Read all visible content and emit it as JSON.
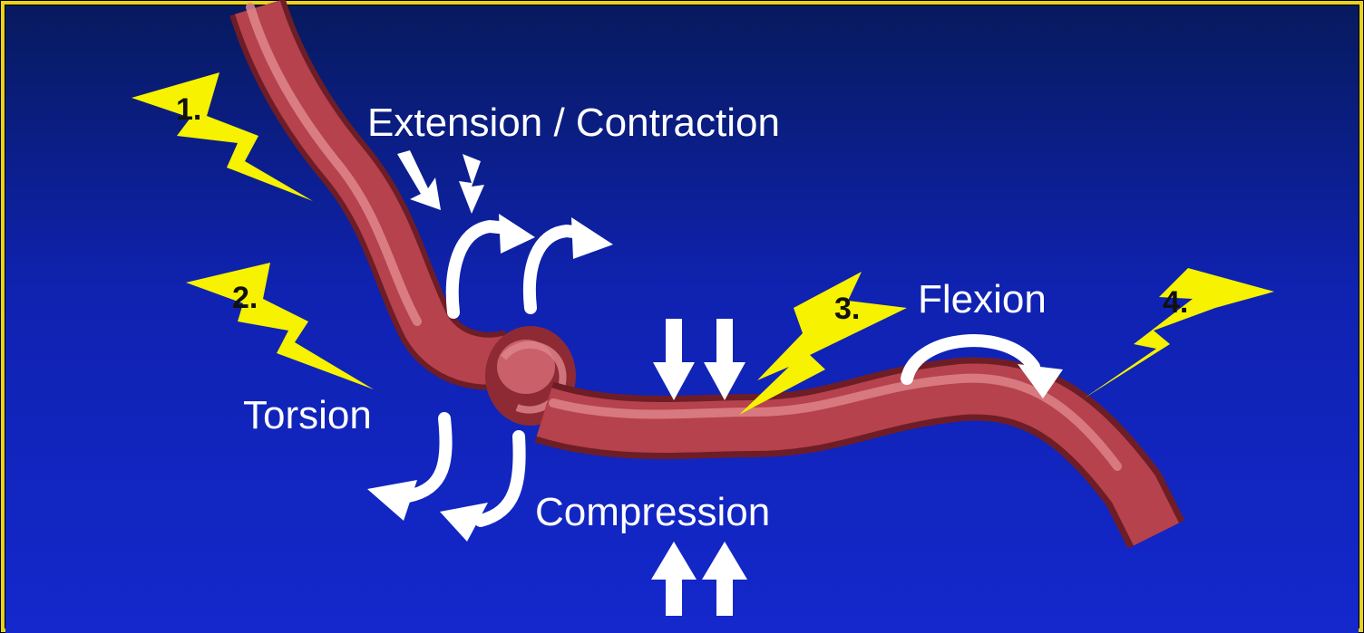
{
  "colors": {
    "frame": "#e8d21a",
    "background_top": "#071a5e",
    "background_bottom": "#1326c9",
    "vessel": "#b5424d",
    "vessel_highlight": "#e0878c",
    "vessel_shadow": "#6e1d26",
    "bolt": "#f6f200",
    "arrow": "#ffffff",
    "label": "#ffffff",
    "number": "#111111"
  },
  "labels": {
    "extension_contraction": "Extension / Contraction",
    "torsion": "Torsion",
    "flexion": "Flexion",
    "compression": "Compression"
  },
  "markers": {
    "m1": "1.",
    "m2": "2.",
    "m3": "3.",
    "m4": "4."
  },
  "icons": {
    "bolt": "lightning-bolt-icon",
    "arrow": "white-arrow-icon"
  }
}
